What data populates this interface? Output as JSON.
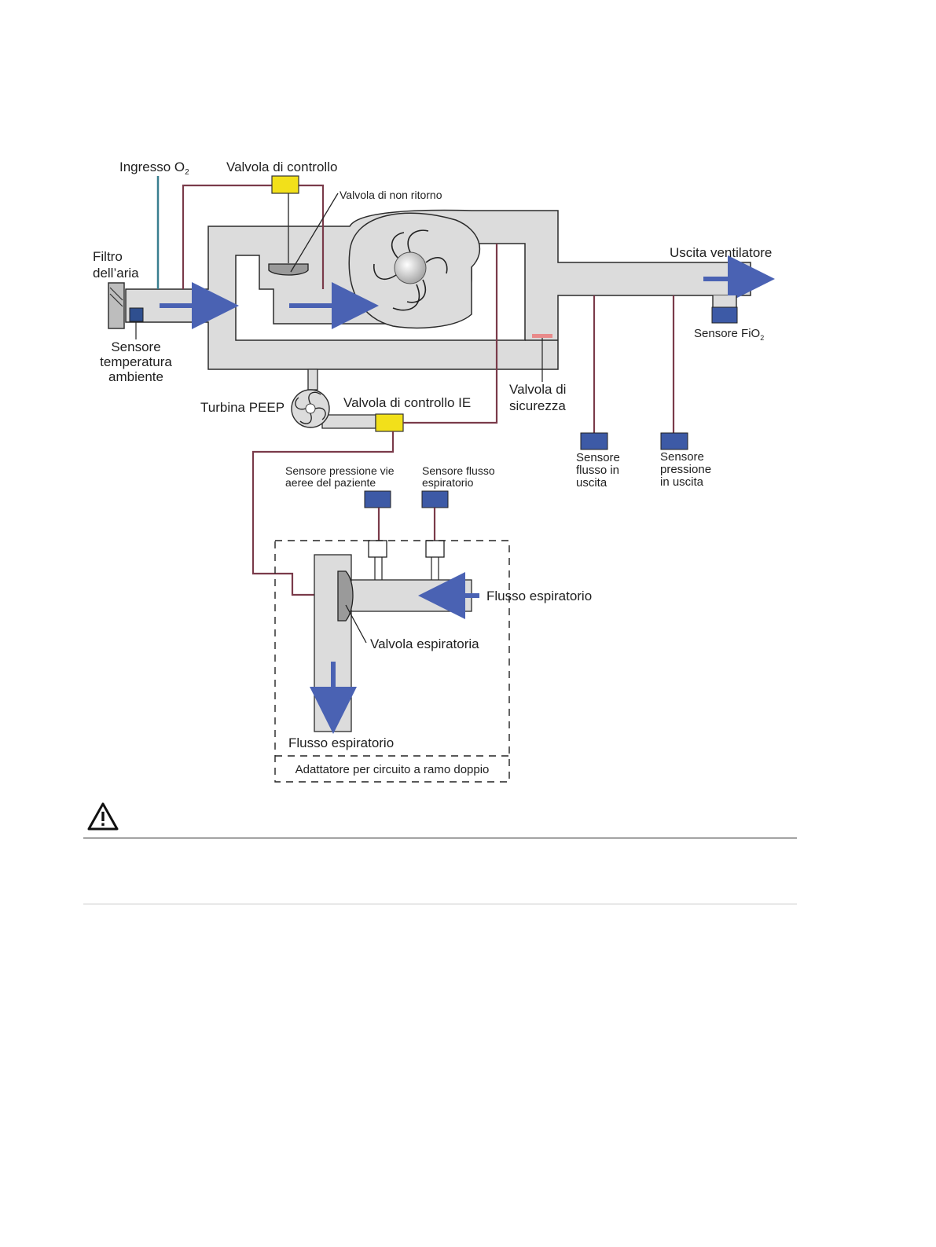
{
  "labels": {
    "ingresso_o2": "Ingresso O",
    "ingresso_o2_sub": "2",
    "valvola_controllo": "Valvola di controllo",
    "valvola_non_ritorno": "Valvola di non ritorno",
    "filtro_line1": "Filtro",
    "filtro_line2": "dell’aria",
    "uscita_ventilatore": "Uscita ventilatore",
    "sensore_fio2": "Sensore FiO",
    "sensore_fio2_sub": "2",
    "sensore_temp_line1": "Sensore",
    "sensore_temp_line2": "temperatura",
    "sensore_temp_line3": "ambiente",
    "turbina_peep": "Turbina PEEP",
    "valvola_controllo_ie": "Valvola di controllo IE",
    "valvola_sicurezza_line1": "Valvola di",
    "valvola_sicurezza_line2": "sicurezza",
    "sensore_flusso_uscita_line1": "Sensore",
    "sensore_flusso_uscita_line2": "flusso in",
    "sensore_flusso_uscita_line3": "uscita",
    "sensore_pressione_uscita_line1": "Sensore",
    "sensore_pressione_uscita_line2": "pressione",
    "sensore_pressione_uscita_line3": "in uscita",
    "sensore_pressione_vie_line1": "Sensore pressione vie",
    "sensore_pressione_vie_line2": "aeree del paziente",
    "sensore_flusso_esp_line1": "Sensore flusso",
    "sensore_flusso_esp_line2": "espiratorio",
    "flusso_espiratorio_in": "Flusso espiratorio",
    "valvola_espiratoria": "Valvola espiratoria",
    "flusso_espiratorio_out": "Flusso espiratorio",
    "adattatore": "Adattatore per circuito a ramo doppio"
  },
  "icons": {
    "warning": "warning-triangle-icon"
  },
  "colors": {
    "duct": "#dcdcdc",
    "duct_stroke": "#2b2b2b",
    "pipe": "#7a3b4a",
    "o2_line": "#3a7f8f",
    "valve_yellow": "#f2e01a",
    "sensor_blue": "#3d5aa6",
    "arrow_blue": "#4a62b3",
    "safety_valve": "#e88a8a"
  }
}
